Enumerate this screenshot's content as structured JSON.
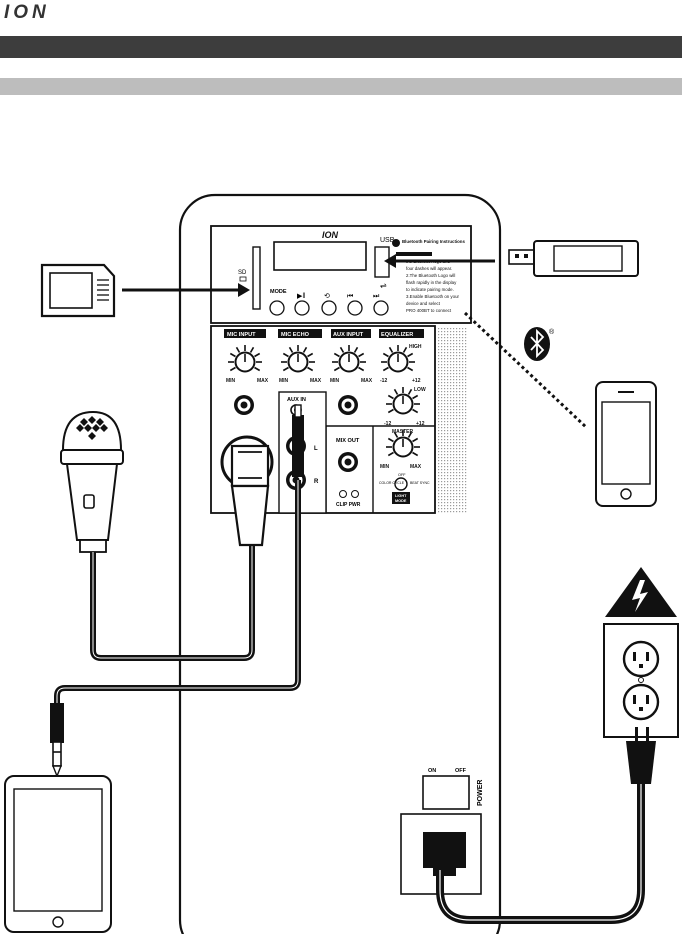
{
  "header": {
    "brand_logo": "ION"
  },
  "speaker": {
    "logo": "ION",
    "sd_label": "SD",
    "usb_label": "USB",
    "mode_label": "MODE",
    "bt_pairing_title": "Bluetooth Pairing Instructions",
    "bt_pairing_lines": [
      "the Bluetooth logo and",
      "four dashes will appear.",
      "2.The Bluetooth Logo will",
      "flash rapidly in the display",
      "to indicate pairing mode.",
      "3.Enable Bluetooth on your",
      "device and select",
      "PRO 400BT to connect"
    ],
    "channels": {
      "mic_input": "MIC INPUT",
      "mic_echo": "MIC ECHO",
      "aux_input": "AUX INPUT",
      "equalizer": "EQUALIZER"
    },
    "knob_min": "MIN",
    "knob_max": "MAX",
    "eq_high": "HIGH",
    "eq_low": "LOW",
    "eq_minus": "-12",
    "eq_plus": "+12",
    "master": "MASTER",
    "aux_in": "AUX IN",
    "aux_l": "L",
    "aux_r": "R",
    "mix_out": "MIX OUT",
    "clip_pwr": "CLIP PWR",
    "light_off": "OFF",
    "light_color_cycle": "COLOR CYCLE",
    "light_beat_sync": "BEAT SYNC",
    "light_mode_1": "LIGHT",
    "light_mode_2": "MODE",
    "power_on": "ON",
    "power_off": "OFF",
    "power_label": "POWER"
  },
  "bluetooth": {
    "registered_mark": "®"
  }
}
